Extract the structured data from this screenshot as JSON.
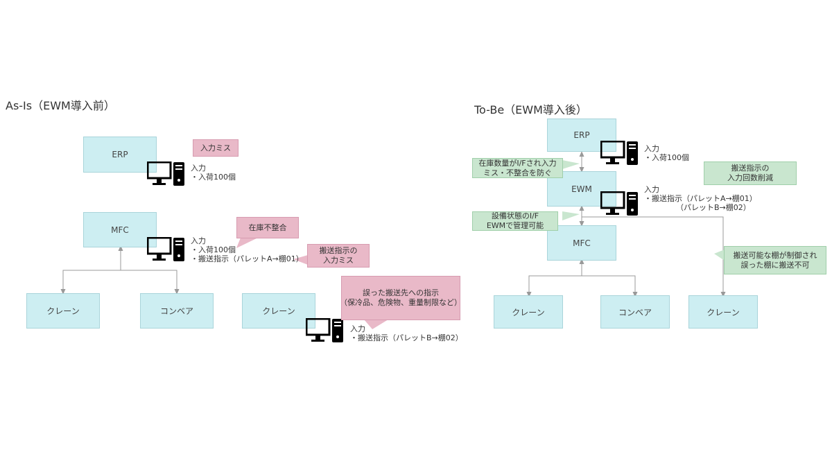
{
  "as_is": {
    "title": "As-Is（EWM導入前）",
    "systems": {
      "erp": "ERP",
      "mfc": "MFC"
    },
    "equipment": {
      "crane1": "クレーン",
      "conveyor": "コンベア",
      "crane2": "クレーン"
    },
    "erp_input": [
      "入力",
      "・入荷100個"
    ],
    "mfc_input": [
      "入力",
      "・入荷100個",
      "・搬送指示（パレットA→棚01）"
    ],
    "crane_input": [
      "入力",
      "・搬送指示（パレットB→棚02）"
    ],
    "callouts": {
      "input_error": [
        "入力ミス"
      ],
      "inventory_mismatch": [
        "在庫不整合"
      ],
      "transport_input_error": [
        "搬送指示の",
        "入力ミス"
      ],
      "wrong_destination": [
        "誤った搬送先への指示",
        "（保冷品、危険物、重量制限など）"
      ]
    }
  },
  "to_be": {
    "title": "To-Be（EWM導入後）",
    "systems": {
      "erp": "ERP",
      "ewm": "EWM",
      "mfc": "MFC"
    },
    "equipment": {
      "crane1": "クレーン",
      "conveyor": "コンベア",
      "crane2": "クレーン"
    },
    "erp_input": [
      "入力",
      "・入荷100個"
    ],
    "ewm_input": [
      "入力",
      "・搬送指示（パレットA→棚01）",
      "（パレットB→棚02）"
    ],
    "callouts": {
      "erp_ewm_if": [
        "在庫数量がI/Fされ入力",
        "ミス・不整合を防ぐ"
      ],
      "equipment_if": [
        "設備状態のI/F",
        "EWMで管理可能"
      ],
      "reduce_input": [
        "搬送指示の",
        "入力回数削減"
      ],
      "shelf_control": [
        "搬送可能な棚が制御され",
        "誤った棚に搬送不可"
      ]
    }
  },
  "icons": {
    "computer": "desktop-computer-icon"
  },
  "colors": {
    "system_box": "#cdeef2",
    "problem_callout": "#e9b9c8",
    "benefit_callout": "#c9e6cf",
    "connector": "#999999"
  }
}
